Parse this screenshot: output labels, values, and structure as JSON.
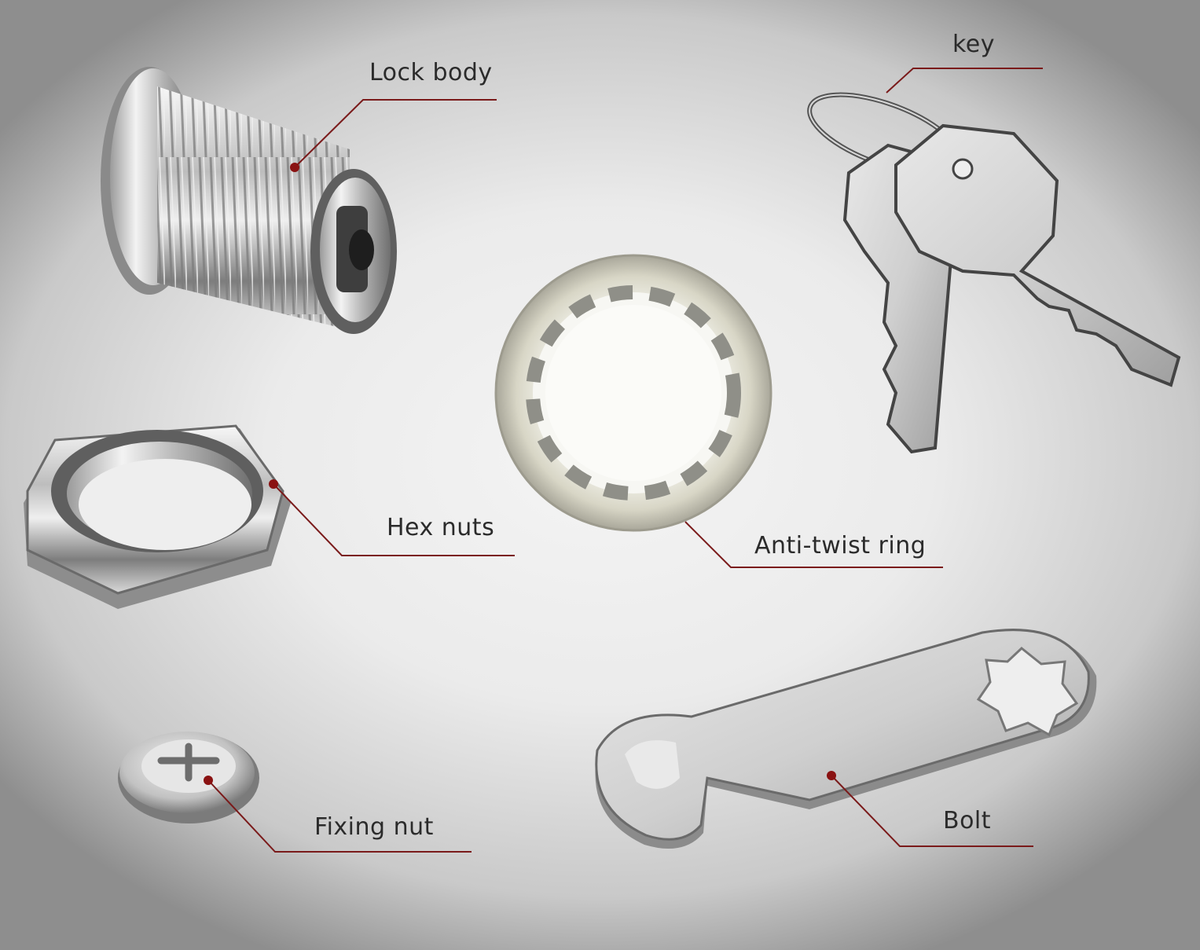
{
  "labels": {
    "lock_body": "Lock body",
    "key": "key",
    "hex_nuts": "Hex nuts",
    "anti_twist_ring": "Anti-twist ring",
    "fixing_nut": "Fixing nut",
    "bolt": "Bolt"
  },
  "colors": {
    "leader_line": "#7a1a1a",
    "metal_light": "#f2f2f2",
    "metal_mid": "#b9b9b9",
    "metal_dark": "#5e5e5e"
  }
}
